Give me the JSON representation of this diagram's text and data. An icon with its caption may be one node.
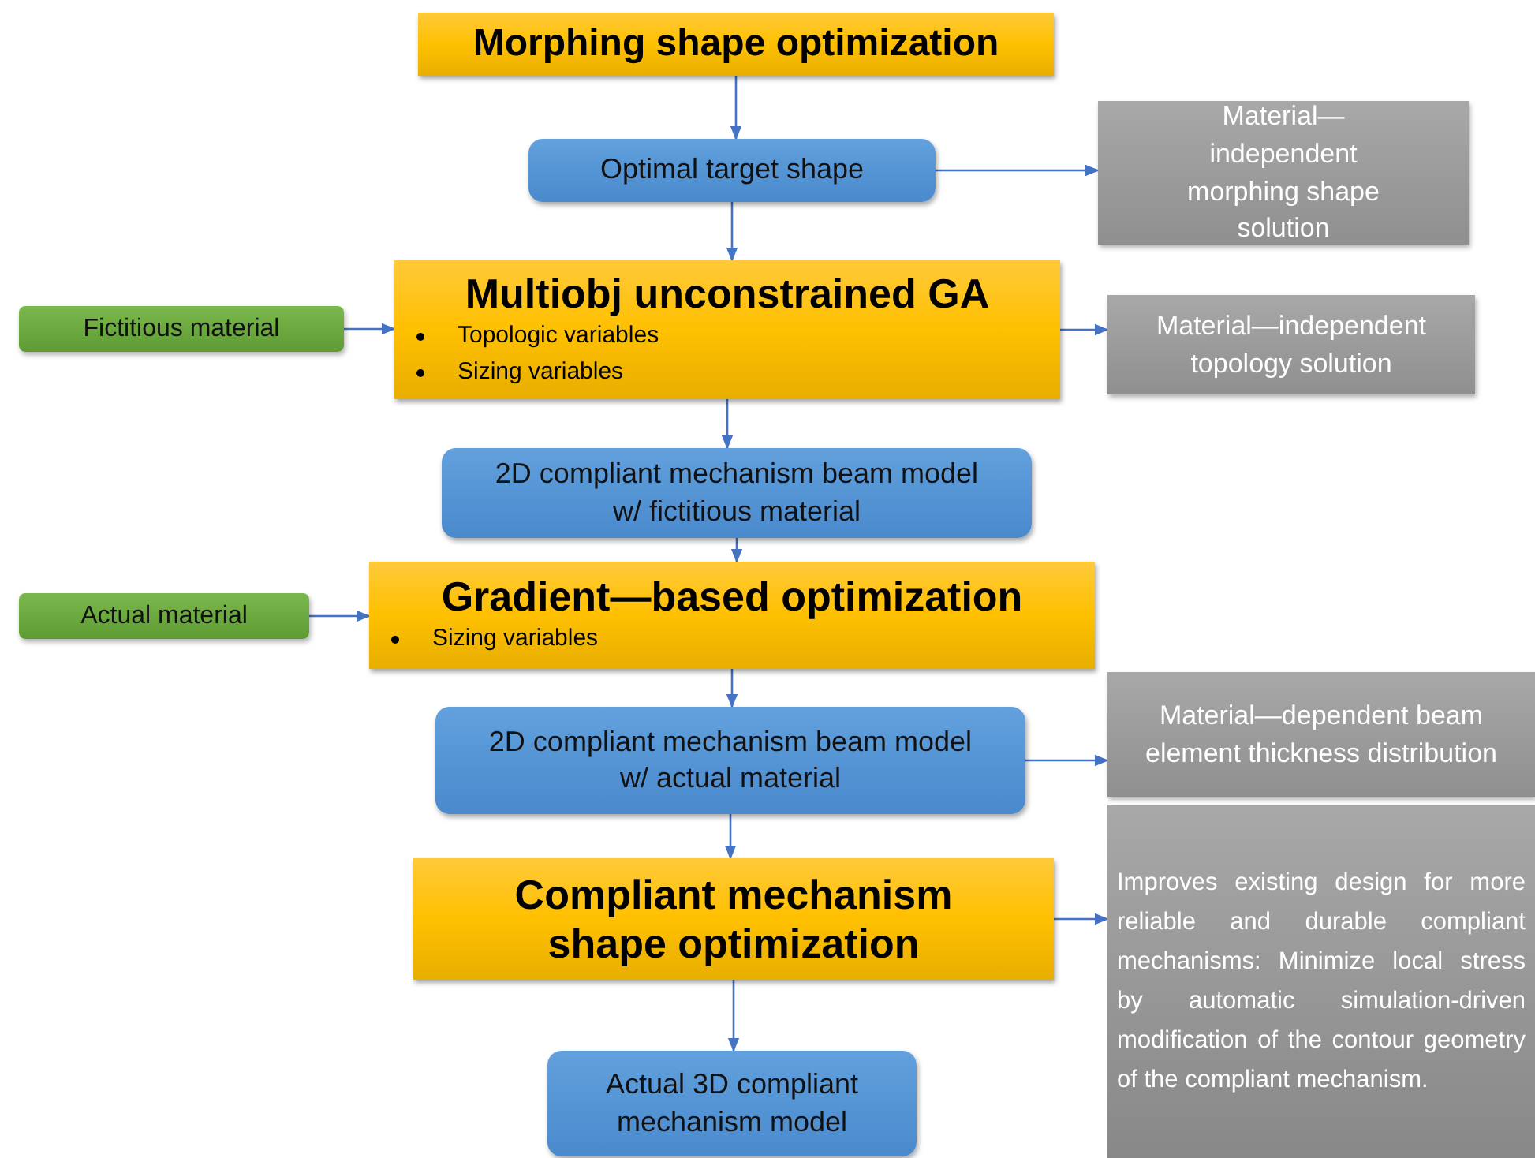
{
  "diagram": {
    "nodes": [
      {
        "text": [
          "Morphing shape optimization"
        ]
      },
      {
        "text": [
          "Optimal target shape"
        ]
      },
      {
        "text": [
          "Material—independent morphing shape solution"
        ]
      },
      {
        "text": [
          "Fictitious material"
        ]
      },
      {
        "text": [
          "Multiobj unconstrained GA",
          "Topologic variables",
          "Sizing variables"
        ]
      },
      {
        "text": [
          "Material—independent topology solution"
        ]
      },
      {
        "text": [
          "2D compliant mechanism beam model w/ fictitious material"
        ]
      },
      {
        "text": [
          "Actual material"
        ]
      },
      {
        "text": [
          "Gradient—based optimization",
          "Sizing variables"
        ]
      },
      {
        "text": [
          "Material—dependent beam element thickness distribution"
        ]
      },
      {
        "text": [
          "2D compliant mechanism beam model w/ actual material"
        ]
      },
      {
        "text": [
          "Compliant mechanism shape optimization"
        ]
      },
      {
        "text": [
          "Improves existing design for more reliable and durable compliant mechanisms: Minimize local stress by automatic simulation-driven modification of the contour geometry of the compliant mechanism."
        ]
      },
      {
        "text": [
          "Actual 3D compliant mechanism model"
        ]
      }
    ],
    "edges": [
      {
        "from": 0,
        "to": 1,
        "arrow": "to"
      },
      {
        "from": 1,
        "to": 2,
        "arrow": "to"
      },
      {
        "from": 1,
        "to": 4,
        "arrow": "to"
      },
      {
        "from": 3,
        "to": 4,
        "arrow": "to"
      },
      {
        "from": 4,
        "to": 5,
        "arrow": "to"
      },
      {
        "from": 4,
        "to": 6,
        "arrow": "to"
      },
      {
        "from": 6,
        "to": 8,
        "arrow": "to"
      },
      {
        "from": 7,
        "to": 8,
        "arrow": "to"
      },
      {
        "from": 8,
        "to": 10,
        "arrow": "to"
      },
      {
        "from": 10,
        "to": 9,
        "arrow": "to"
      },
      {
        "from": 10,
        "to": 11,
        "arrow": "to"
      },
      {
        "from": 11,
        "to": 12,
        "arrow": "to"
      },
      {
        "from": 11,
        "to": 13,
        "arrow": "to"
      }
    ]
  }
}
